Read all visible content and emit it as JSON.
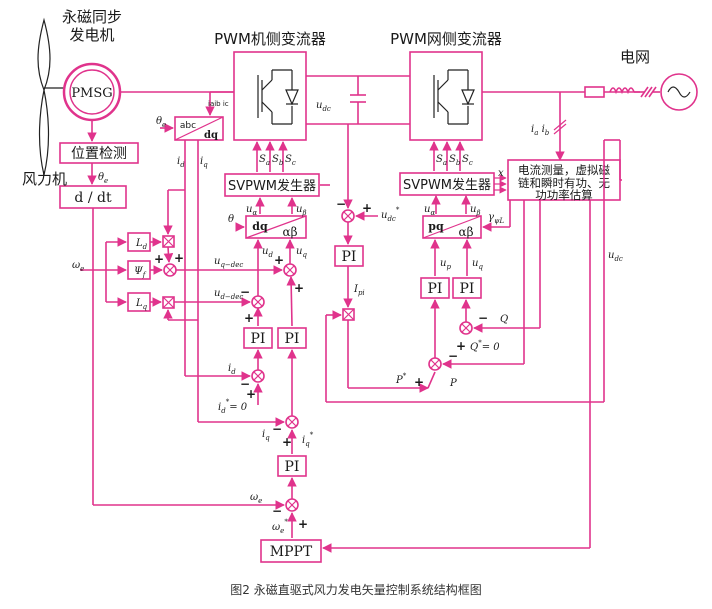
{
  "titles": {
    "pmsg_title_1": "永磁同步",
    "pmsg_title_2": "发电机",
    "machine_converter": "PWM机侧变流器",
    "grid_converter": "PWM网侧变流器",
    "grid": "电网",
    "wind_turbine": "风力机"
  },
  "blocks": {
    "pmsg": "PMSG",
    "position_detect": "位置检测",
    "ddt": "d / dt",
    "abc_dq_top": "abc",
    "abc_dq_bottom": "dq",
    "svpwm_machine": "SVPWM发生器",
    "svpwm_grid": "SVPWM发生器",
    "dq_ab_left": "dq",
    "dq_ab_right": "αβ",
    "pq_ab_left": "pq",
    "pq_ab_right": "αβ",
    "Ld": "L",
    "Ld_sub": "d",
    "psi": "Ψ",
    "psi_sub": "f",
    "Lq": "L",
    "Lq_sub": "q",
    "pi": "PI",
    "mppt": "MPPT",
    "estimator_1": "电流测量，虚拟磁",
    "estimator_2": "链和瞬时有功、无",
    "estimator_3": "功功率估算"
  },
  "labels": {
    "theta_e": "θ",
    "theta_sub": "e",
    "theta_plain": "θ",
    "omega_e": "ω",
    "omega_sub": "e",
    "ia_ib_c": "iaib ic",
    "i_d": "i",
    "d_sub": "d",
    "i_q": "i",
    "q_sub": "q",
    "u_dc": "u",
    "dc_sub": "dc",
    "u_dc_star": "u",
    "u_q_dec": "u",
    "q_dec_sub": "q−dec",
    "u_d_dec": "u",
    "d_dec_sub": "d−dec",
    "u_d": "u",
    "u_q": "u",
    "u_alpha": "u",
    "alpha_sub": "α",
    "u_beta": "u",
    "beta_sub": "β",
    "Sa": "S",
    "a_sub": "a",
    "Sb": "S",
    "b_sub": "b",
    "Sc": "S",
    "c_sub": "c",
    "id_star_eq": "= 0",
    "i_pi": "I",
    "pi_sub": "pi",
    "P_star": "P",
    "P": "P",
    "Q": "Q",
    "Q_star_eq": "= 0",
    "u_p": "u",
    "p_sub": "p",
    "gamma": "γ",
    "gamma_sub": "ψL",
    "ia_ib": "i",
    "x_mark": "x",
    "star": "*",
    "plus": "+",
    "minus": "−"
  },
  "caption": "图2  永磁直驱式风力发电矢量控制系统结构框图"
}
